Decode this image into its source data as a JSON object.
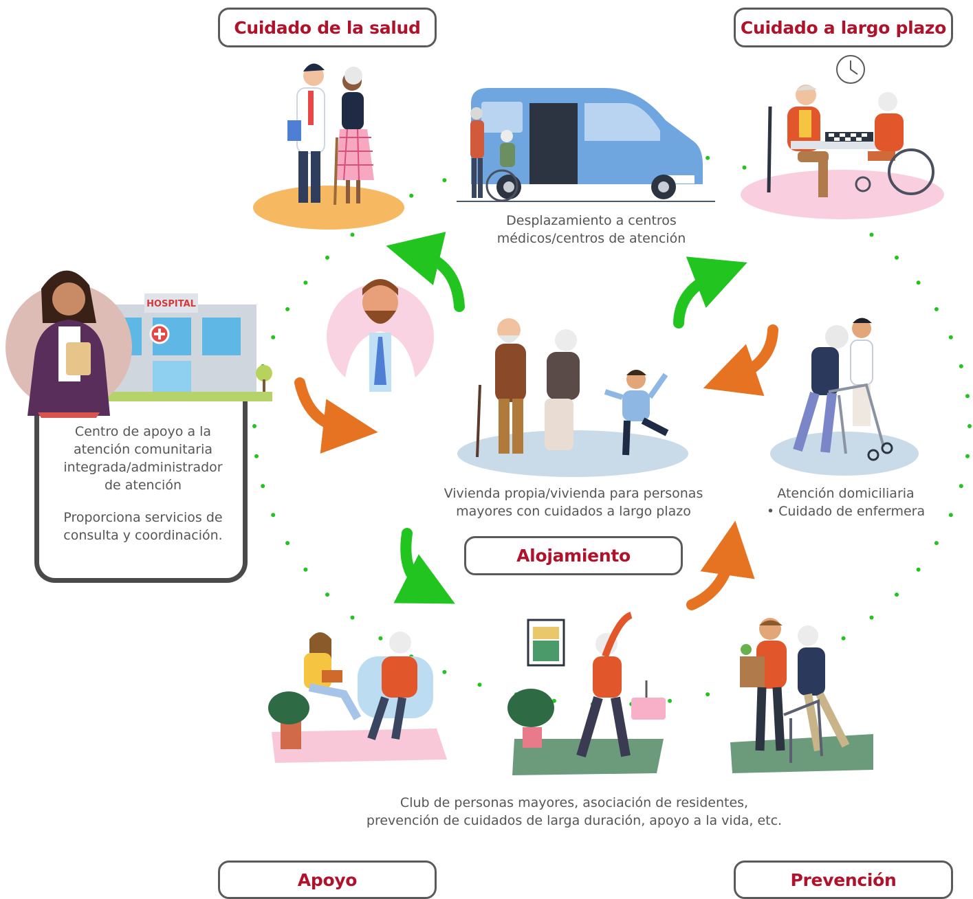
{
  "categories": {
    "health_care": "Cuidado de la salud",
    "long_term_care": "Cuidado a largo plazo",
    "housing": "Alojamiento",
    "support": "Apoyo",
    "prevention": "Prevención"
  },
  "captions": {
    "transport": [
      "Desplazamiento a centros",
      "médicos/centros de atención"
    ],
    "admin": [
      "Centro de apoyo a la",
      "atención comunitaria",
      "integrada/administrador",
      "de atención"
    ],
    "admin_detail": [
      "Proporciona servicios de",
      "consulta y coordinación."
    ],
    "housing": [
      "Vivienda propia/vivienda para personas",
      "mayores con cuidados a largo plazo"
    ],
    "home_care": [
      "Atención domiciliaria",
      "• Cuidado de enfermera"
    ],
    "community": [
      "Club de personas mayores, asociación de residentes,",
      "prevención de cuidados de larga duración, apoyo a la vida, etc."
    ]
  },
  "hospital_sign": "HOSPITAL",
  "colors": {
    "title_red": "#b0122b",
    "border_gray": "#5a5a5a",
    "arrow_green": "#22c41f",
    "arrow_orange": "#e57321",
    "dot_green": "#22c41f",
    "van_blue": "#6fa6df"
  },
  "icons": [
    "doctor-icon",
    "van-icon",
    "chess-icon",
    "clock-icon",
    "hospital-icon",
    "care-manager-icon",
    "family-icon",
    "walker-icon",
    "reading-icon",
    "exercise-icon",
    "shopping-icon"
  ]
}
